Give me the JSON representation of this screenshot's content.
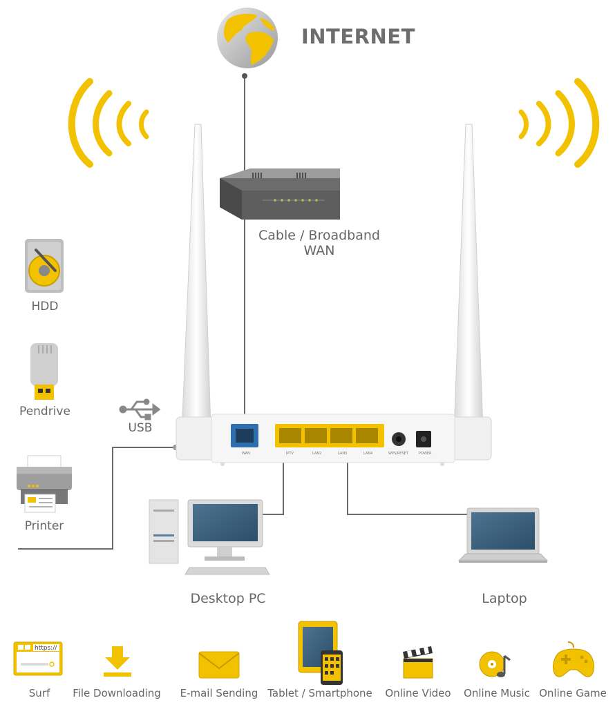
{
  "internet": {
    "label": "INTERNET"
  },
  "modem": {
    "label_line1": "Cable / Broadband",
    "label_line2": "WAN"
  },
  "storage": {
    "hdd": "HDD",
    "pendrive": "Pendrive",
    "usb": "USB",
    "printer": "Printer"
  },
  "clients": {
    "desktop": "Desktop PC",
    "laptop": "Laptop"
  },
  "router_ports": [
    "WAN",
    "IPTV",
    "LAN2",
    "LAN3",
    "LAN4",
    "WPS/RESET",
    "POWER"
  ],
  "services": [
    {
      "label": "Surf",
      "icon": "browser-icon",
      "text": "https://"
    },
    {
      "label": "File Downloading",
      "icon": "download-icon"
    },
    {
      "label": "E-mail Sending",
      "icon": "email-icon"
    },
    {
      "label": "Tablet / Smartphone",
      "icon": "tablet-icon"
    },
    {
      "label": "Online Video",
      "icon": "clapperboard-icon"
    },
    {
      "label": "Online Music",
      "icon": "music-disc-icon"
    },
    {
      "label": "Online Game",
      "icon": "gamepad-icon"
    }
  ],
  "colors": {
    "accent": "#f2c200",
    "line": "#6a6a6a",
    "router": "#ececec"
  }
}
